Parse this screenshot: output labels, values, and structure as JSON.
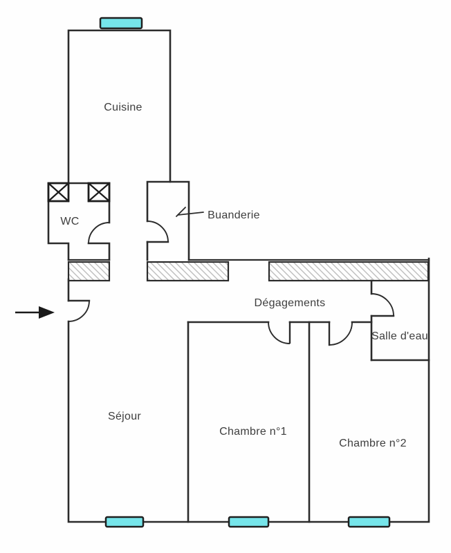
{
  "plan": {
    "rooms": {
      "cuisine": "Cuisine",
      "wc": "WC",
      "buanderie": "Buanderie",
      "degagements": "Dégagements",
      "salle_deau": "Salle d'eau",
      "sejour": "Séjour",
      "chambre1": "Chambre n°1",
      "chambre2": "Chambre n°2"
    },
    "colors": {
      "wall": "#2b2b2b",
      "hatch": "#bdbdbd",
      "window_fill": "#76e5ea",
      "text": "#3d3d3d",
      "background": "#fefefe"
    }
  }
}
